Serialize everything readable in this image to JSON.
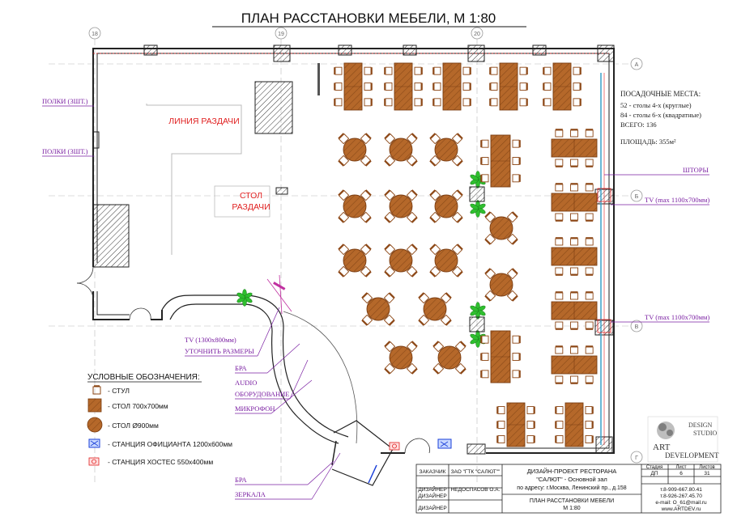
{
  "title": "ПЛАН РАССТАНОВКИ МЕБЕЛИ, М 1:80",
  "grid_axes": {
    "columns": [
      "18",
      "19",
      "20"
    ],
    "rows": [
      "А",
      "Б",
      "В",
      "Г"
    ]
  },
  "room_labels": {
    "serving_line": "ЛИНИЯ РАЗДАЧИ",
    "serving_table": [
      "СТОЛ",
      "РАЗДАЧИ"
    ]
  },
  "callouts": {
    "shelves_1": "ПОЛКИ (3ШТ.)",
    "shelves_2": "ПОЛКИ (3ШТ.)",
    "curtains": "ШТОРЫ",
    "tv_right_1": "TV (max 1100x700мм)",
    "tv_right_2": "TV (max 1100x700мм)",
    "tv_left": [
      "TV (1300x800мм)",
      "УТОЧНИТЬ РАЗМЕРЫ"
    ],
    "sconce_1": "БРА",
    "audio": [
      "AUDIO",
      "ОБОРУДОВАНИЕ"
    ],
    "microphone": "МИКРОФОН",
    "sconce_2": "БРА",
    "mirrors": "ЗЕРКАЛА"
  },
  "info": {
    "seats_title": "ПОСАДОЧНЫЕ МЕСТА:",
    "seats_round": "52 - столы 4-х (круглые)",
    "seats_square": "84 - столы 6-х (квадратные)",
    "seats_total": "ВСЕГО:  136",
    "area": "ПЛОЩАДЬ: 355м²"
  },
  "legend": {
    "title": "УСЛОВНЫЕ ОБОЗНАЧЕНИЯ:",
    "items": [
      {
        "icon": "chair-icon",
        "label": "- СТУЛ"
      },
      {
        "icon": "square-table-icon",
        "label": "- СТОЛ  700х700мм"
      },
      {
        "icon": "round-table-icon",
        "label": "- СТОЛ  Ø900мм"
      },
      {
        "icon": "waiter-station-icon",
        "label": "- СТАНЦИЯ ОФИЦИАНТА 1200х600мм"
      },
      {
        "icon": "hostess-station-icon",
        "label": "- СТАНЦИЯ ХОСТЕС 550х400мм"
      }
    ]
  },
  "title_block": {
    "customer_label": "ЗАКАЗЧИК",
    "customer_value": "ЗАО \"ГТК \"САЛЮТ\"\"",
    "designer_label_1": "ДИЗАЙНЕР",
    "designer_value": "НЕДОСПАСОВ О.А.",
    "designer_label_2": "ДИЗАЙНЕР",
    "designer_label_3": "ДИЗАЙНЕР",
    "project": [
      "ДИЗАЙН-ПРОЕКТ РЕСТОРАНА",
      "\"САЛЮТ\" - Основной зал",
      "по адресу: г.Москва, Ленинский пр., д.158"
    ],
    "sheet_title": [
      "ПЛАН РАССТАНОВКИ МЕБЕЛИ",
      "М 1:80"
    ],
    "stage_label": "Стадия",
    "sheet_label": "Лист",
    "sheets_label": "Листов",
    "stage_value": "ДП",
    "sheet_value": "6",
    "sheets_value": "31",
    "contacts": [
      "т.8-909-667.80.41",
      "т.8-926-267.45.70",
      "e-mail: O_61@mail.ru",
      "www.ARTDEV.ru"
    ]
  },
  "logo": {
    "line1": "DESIGN",
    "line2": "STUDIO",
    "line3": "ART",
    "line4": "DEVELOPMENT"
  },
  "colors": {
    "wood": "#b5682a",
    "wood_dark": "#7a3c10",
    "chair": "#8b4513",
    "wall": "#222222",
    "annotation_purple": "#7a1fa2",
    "label_red": "#e02020",
    "plant_green": "#2fbf2f",
    "blue_station": "#1a3fd8"
  }
}
